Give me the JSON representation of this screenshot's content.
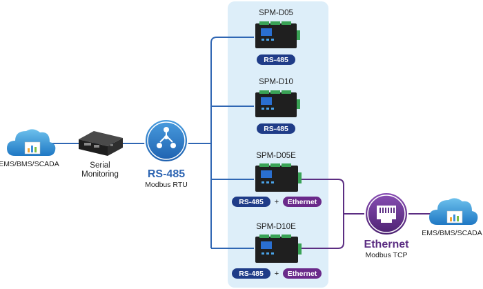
{
  "colors": {
    "panel": "#ddeef9",
    "rs485_line": "#2f66b3",
    "ethernet_line": "#5b2d82",
    "rs485_pill": "#1f3c88",
    "ethernet_pill": "#6a2a8a"
  },
  "left_host": {
    "label": "EMS/BMS/SCADA",
    "icon": "cloud-chart-icon"
  },
  "gateway": {
    "label_line1": "Serial",
    "label_line2": "Monitoring",
    "icon": "gateway-box-icon"
  },
  "rs485_hub": {
    "title": "RS-485",
    "subtitle": "Modbus RTU",
    "icon": "network-hub-icon"
  },
  "devices": [
    {
      "name": "SPM-D05",
      "badges": [
        "RS-485"
      ]
    },
    {
      "name": "SPM-D10",
      "badges": [
        "RS-485"
      ]
    },
    {
      "name": "SPM-D05E",
      "badges": [
        "RS-485",
        "Ethernet"
      ],
      "plus": "+"
    },
    {
      "name": "SPM-D10E",
      "badges": [
        "RS-485",
        "Ethernet"
      ],
      "plus": "+"
    }
  ],
  "ethernet_hub": {
    "title": "Ethernet",
    "subtitle": "Modbus TCP",
    "icon": "rj45-port-icon"
  },
  "right_host": {
    "label": "EMS/BMS/SCADA",
    "icon": "cloud-chart-icon"
  }
}
